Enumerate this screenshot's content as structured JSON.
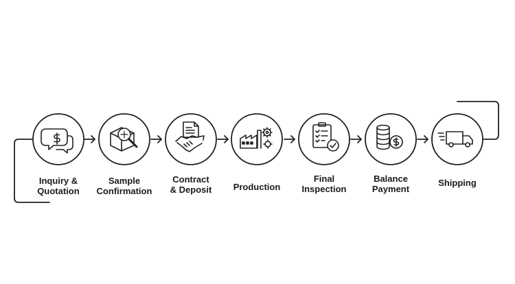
{
  "colors": {
    "stroke": "#1e2024",
    "background": "#ffffff"
  },
  "steps": [
    {
      "icon": "dollar-speech-bubbles-icon",
      "label": "Inquiry &\nQuotation"
    },
    {
      "icon": "magnifier-box-icon",
      "label": "Sample\nConfirmation"
    },
    {
      "icon": "handshake-contract-icon",
      "label": "Contract\n& Deposit"
    },
    {
      "icon": "factory-gears-icon",
      "label": "Production"
    },
    {
      "icon": "clipboard-check-icon",
      "label": "Final\nInspection"
    },
    {
      "icon": "coins-dollar-icon",
      "label": "Balance\nPayment"
    },
    {
      "icon": "delivery-truck-icon",
      "label": "Shipping"
    }
  ]
}
